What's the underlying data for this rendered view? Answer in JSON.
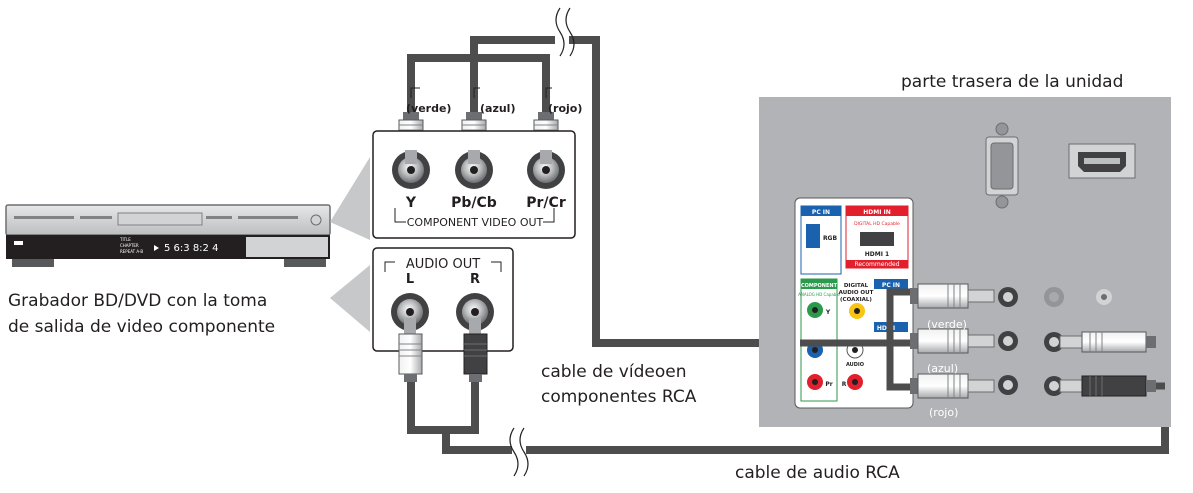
{
  "labels": {
    "device_caption_line1": "Grabador BD/DVD con la toma",
    "device_caption_line2": "de salida de video componente",
    "unit_rear": "parte trasera de la unidad",
    "component_cable_line1": "cable de vídeoen",
    "component_cable_line2": "componentes RCA",
    "audio_cable": "cable de audio RCA"
  },
  "player_panel": {
    "plug_green": "(verde)",
    "plug_blue": "(azul)",
    "plug_red": "(rojo)",
    "jack_y": "Y",
    "jack_pb": "Pb/Cb",
    "jack_pr": "Pr/Cr",
    "component_out": "COMPONENT VIDEO OUT",
    "audio_out": "AUDIO OUT",
    "audio_l": "L",
    "audio_r": "R"
  },
  "player_display": {
    "info_line1": "TITLE",
    "info_line2": "CHAPTER",
    "info_line3": "REPEAT A-B",
    "time": "5 6:3 8:2 4"
  },
  "tv_panel": {
    "pc_in": "PC IN",
    "rgb": "RGB",
    "hdmi_in": "HDMI IN",
    "hdmi_sub": "DIGITAL HD Capable",
    "hdmi1": "HDMI 1",
    "recommended": "Recommended",
    "component": "COMPONENT",
    "component_sub": "ANALOG HD Capable",
    "digital_audio": "DIGITAL",
    "digital_audio2": "AUDIO OUT",
    "digital_audio3": "(COAXIAL)",
    "pc_in2": "PC IN",
    "hdmi_partial": "HDMI",
    "audio": "AUDIO",
    "jack_y": "Y",
    "jack_pr": "Pr",
    "jack_r": "R",
    "plug_green": "(verde)",
    "plug_blue": "(azul)",
    "plug_red": "(rojo)"
  },
  "colors": {
    "cable": "#4d4d4d",
    "panel": "#b1b3b6",
    "arrow": "#c7c8ca",
    "hdmi_red": "#e2202d",
    "component_green": "#2c9a4b",
    "pc_blue": "#1a61ae"
  }
}
